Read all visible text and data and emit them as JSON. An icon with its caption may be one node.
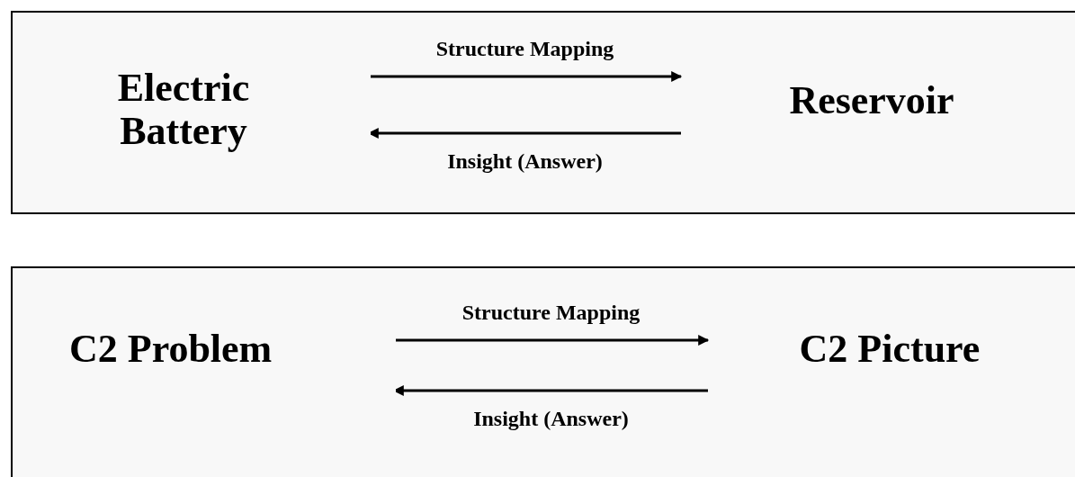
{
  "diagram": {
    "nodes": [
      {
        "text": [],
        "shape": "box"
      },
      {
        "text": [
          "Electric Battery"
        ],
        "in": 0
      },
      {
        "text": [
          "Reservoir"
        ],
        "in": 0
      },
      {
        "text": [],
        "shape": "box"
      },
      {
        "text": [
          "C2 Problem"
        ],
        "in": 3
      },
      {
        "text": [
          "C2 Picture"
        ],
        "in": 3
      }
    ],
    "edges": [
      {
        "from": 1,
        "to": 2,
        "arrow": "to",
        "label": "Structure Mapping"
      },
      {
        "from": 2,
        "to": 1,
        "arrow": "to",
        "label": "Insight (Answer)"
      },
      {
        "from": 4,
        "to": 5,
        "arrow": "to",
        "label": "Structure Mapping"
      },
      {
        "from": 5,
        "to": 4,
        "arrow": "to",
        "label": "Insight (Answer)"
      }
    ]
  }
}
